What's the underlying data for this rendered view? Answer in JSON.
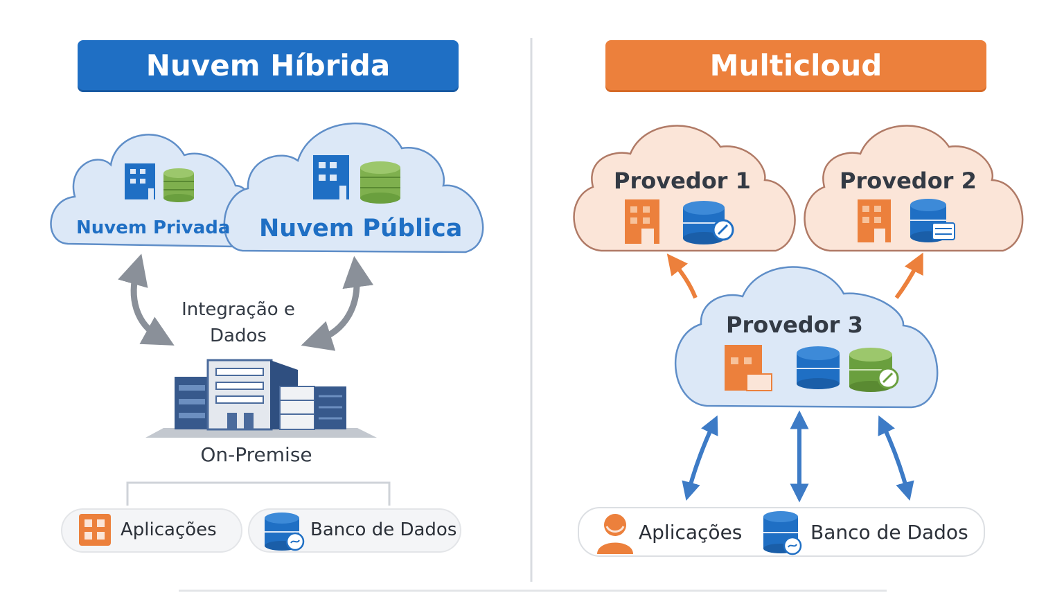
{
  "left": {
    "banner": "Nuvem Híbrida",
    "private_cloud": "Nuvem Privada",
    "public_cloud": "Nuvem Pública",
    "integration_line1": "Integração e",
    "integration_line2": "Dados",
    "onprem": "On-Premise",
    "apps": "Aplicações",
    "db": "Banco de Dados"
  },
  "right": {
    "banner": "Multicloud",
    "provider1": "Provedor 1",
    "provider2": "Provedor 2",
    "provider3": "Provedor 3",
    "apps": "Aplicações",
    "db": "Banco de Dados"
  },
  "colors": {
    "blue": "#1f6fc4",
    "orange": "#ec803c",
    "green": "#6a9f3e",
    "gray_arrow": "#8a9099"
  }
}
